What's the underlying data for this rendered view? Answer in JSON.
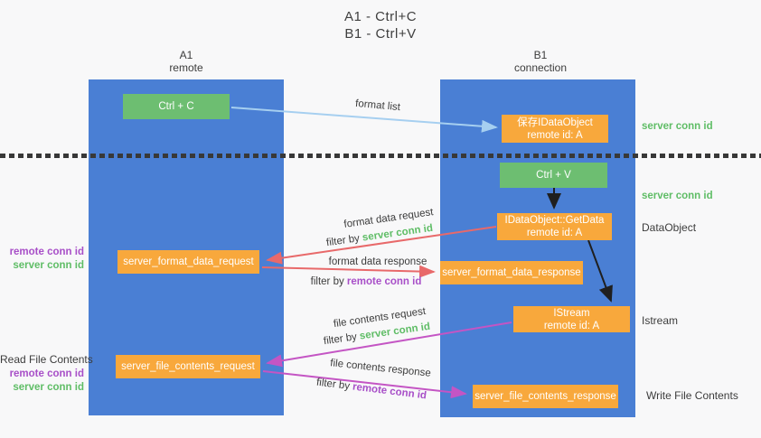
{
  "title": {
    "line1": "A1 - Ctrl+C",
    "line2": "B1 - Ctrl+V"
  },
  "lanes": {
    "left": {
      "name": "A1",
      "subtitle": "remote"
    },
    "right": {
      "name": "B1",
      "subtitle": "connection"
    }
  },
  "nodes": {
    "ctrl_c": {
      "label": "Ctrl + C"
    },
    "ctrl_v": {
      "label": "Ctrl + V"
    },
    "save_idataobject": {
      "line1": "保存IDataObject",
      "line2": "remote id: A"
    },
    "getdata": {
      "line1": "IDataObject::GetData",
      "line2": "remote id: A"
    },
    "istream": {
      "line1": "IStream",
      "line2": "remote id: A"
    },
    "format_request": {
      "label": "server_format_data_request"
    },
    "format_response": {
      "label": "server_format_data_response"
    },
    "file_request": {
      "label": "server_file_contents_request"
    },
    "file_response": {
      "label": "server_file_contents_response"
    }
  },
  "edge_labels": {
    "format_list": "format list",
    "format_data_request": "format data request",
    "format_data_response": "format data response",
    "file_contents_request": "file contents request",
    "file_contents_response": "file contents response",
    "filter_by": "filter by ",
    "server_conn_id": "server conn id",
    "remote_conn_id": "remote conn id"
  },
  "side_labels": {
    "server_conn_id_top": "server conn id",
    "server_conn_id_mid": "server conn id",
    "dataobject": "DataObject",
    "istream": "Istream",
    "write_file_contents": "Write File Contents",
    "read_file_contents": "Read File Contents",
    "remote_conn_id_1": "remote conn id",
    "server_conn_id_1": "server conn id",
    "remote_conn_id_2": "remote conn id",
    "server_conn_id_2": "server conn id"
  },
  "colors": {
    "lane_blue": "#4a7fd4",
    "node_orange": "#f8a83c",
    "node_green": "#6dbe71",
    "arrow_red": "#e8696a",
    "arrow_magenta": "#c455c4",
    "arrow_lightblue": "#a6cff0",
    "arrow_black": "#1f1f1f",
    "text_green": "#5fbd66",
    "text_purple": "#a84fc8",
    "background": "#f8f8f9"
  }
}
